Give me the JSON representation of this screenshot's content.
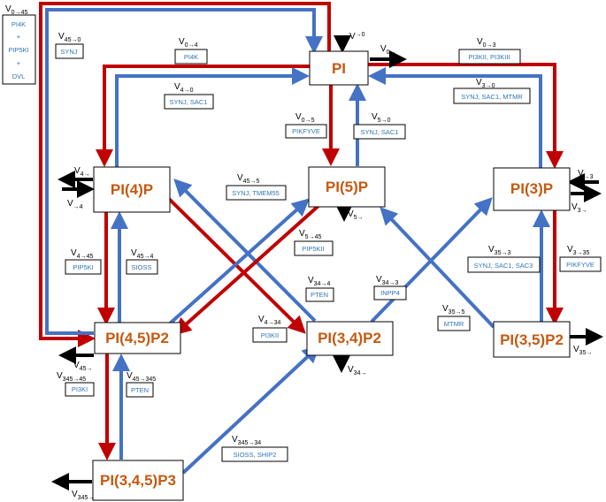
{
  "colors": {
    "red": "#c00000",
    "blue": "#4472c4",
    "node_text": "#c55a11",
    "enzyme_text": "#2e74b5"
  },
  "nodes": {
    "pi": "PI",
    "pi4p": "PI(4)P",
    "pi5p": "PI(5)P",
    "pi3p": "PI(3)P",
    "pi45p2": "PI(4,5)P2",
    "pi34p2": "PI(3,4)P2",
    "pi35p2": "PI(3,5)P2",
    "pi345p3": "PI(3,4,5)P3"
  },
  "reactions": {
    "r0_45": {
      "v": "V",
      "sub": "0→45",
      "enzymes": [
        "PI4K",
        "+",
        "PIP5KI",
        "+",
        "DVL"
      ]
    },
    "r45_0": {
      "v": "V",
      "sub": "45→0",
      "enzymes": [
        "SYNJ"
      ]
    },
    "r0_4": {
      "v": "V",
      "sub": "0→4",
      "enzymes": [
        "PI4K"
      ]
    },
    "r4_0": {
      "v": "V",
      "sub": "4→0",
      "enzymes": [
        "SYNJ, SAC1"
      ]
    },
    "r0_3": {
      "v": "V",
      "sub": "0→3",
      "enzymes": [
        "PI3KII, PI3KIII"
      ]
    },
    "r3_0": {
      "v": "V",
      "sub": "3→0",
      "enzymes": [
        "SYNJ, SAC1, MTMR"
      ]
    },
    "r0_5": {
      "v": "V",
      "sub": "0→5",
      "enzymes": [
        "PIKFYVE"
      ]
    },
    "r5_0": {
      "v": "V",
      "sub": "5→0",
      "enzymes": [
        "SYNJ, SAC1"
      ]
    },
    "r45_5": {
      "v": "V",
      "sub": "45→5",
      "enzymes": [
        "SYNJ, TMEM55"
      ]
    },
    "r5_45": {
      "v": "V",
      "sub": "5→45",
      "enzymes": [
        "PIP5KII"
      ]
    },
    "r4_45": {
      "v": "V",
      "sub": "4→45",
      "enzymes": [
        "PIP5KI"
      ]
    },
    "r45_4": {
      "v": "V",
      "sub": "45→4",
      "enzymes": [
        "SIOSS"
      ]
    },
    "r34_4": {
      "v": "V",
      "sub": "34→4",
      "enzymes": [
        "PTEN"
      ]
    },
    "r34_3": {
      "v": "V",
      "sub": "34→3",
      "enzymes": [
        "INPP4"
      ]
    },
    "r4_34": {
      "v": "V",
      "sub": "4→34",
      "enzymes": [
        "PI3KII"
      ]
    },
    "r35_3": {
      "v": "V",
      "sub": "35→3",
      "enzymes": [
        "SYNJ, SAC1, SAC3"
      ]
    },
    "r3_35": {
      "v": "V",
      "sub": "3→35",
      "enzymes": [
        "PIKFYVE"
      ]
    },
    "r35_5": {
      "v": "V",
      "sub": "35→5",
      "enzymes": [
        "MTMR"
      ]
    },
    "r345_45": {
      "v": "V",
      "sub": "345→45",
      "enzymes": [
        "PI3KI"
      ]
    },
    "r45_345": {
      "v": "V",
      "sub": "45→345",
      "enzymes": [
        "PTEN"
      ]
    },
    "r345_34": {
      "v": "V",
      "sub": "345→34",
      "enzymes": [
        "SIOSS, SHIP2"
      ]
    }
  },
  "fluxes": {
    "in_0": {
      "v": "V",
      "sub": "→0"
    },
    "out_0": {
      "v": "V",
      "sub": "0→"
    },
    "out_4": {
      "v": "V",
      "sub": "4→"
    },
    "in_4": {
      "v": "V",
      "sub": "→4"
    },
    "out_5": {
      "v": "V",
      "sub": "5→"
    },
    "in_3": {
      "v": "V",
      "sub": "→3"
    },
    "out_3": {
      "v": "V",
      "sub": "3→"
    },
    "out_45": {
      "v": "V",
      "sub": "45→"
    },
    "out_34": {
      "v": "V",
      "sub": "34→"
    },
    "out_35": {
      "v": "V",
      "sub": "35→"
    },
    "out_345": {
      "v": "V",
      "sub": "345→"
    }
  }
}
